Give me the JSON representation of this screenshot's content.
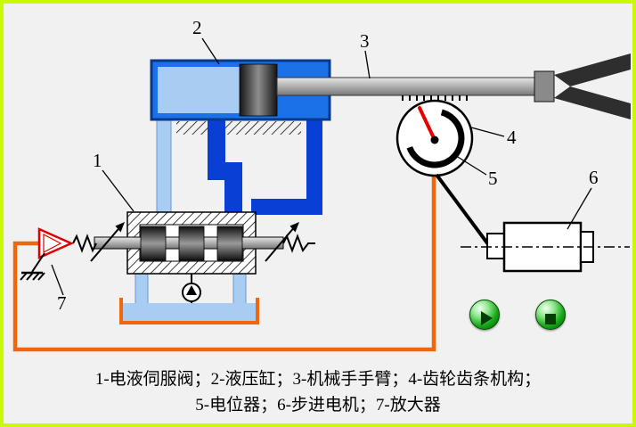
{
  "labels": {
    "n1": "1",
    "n2": "2",
    "n3": "3",
    "n4": "4",
    "n5": "5",
    "n6": "6",
    "n7": "7"
  },
  "caption": {
    "line1": "1-电液伺服阀；2-液压缸；3-机械手手臂；4-齿轮齿条机构；",
    "line2": "5-电位器；6-步进电机；7-放大器"
  },
  "icons": {
    "play": "play-icon",
    "stop": "stop-icon"
  },
  "colors": {
    "frame": "#c9fa04",
    "background": "#f1f1f1",
    "hydraulic_blue": "#1b72e8",
    "fluid_light_blue": "#a8ccf2",
    "pipe_dark_blue": "#0a3fd6",
    "wire_orange": "#f0660a",
    "needle_red": "#e80000",
    "button_green": "#17a817",
    "metal_gray": "#b8b8b8"
  }
}
